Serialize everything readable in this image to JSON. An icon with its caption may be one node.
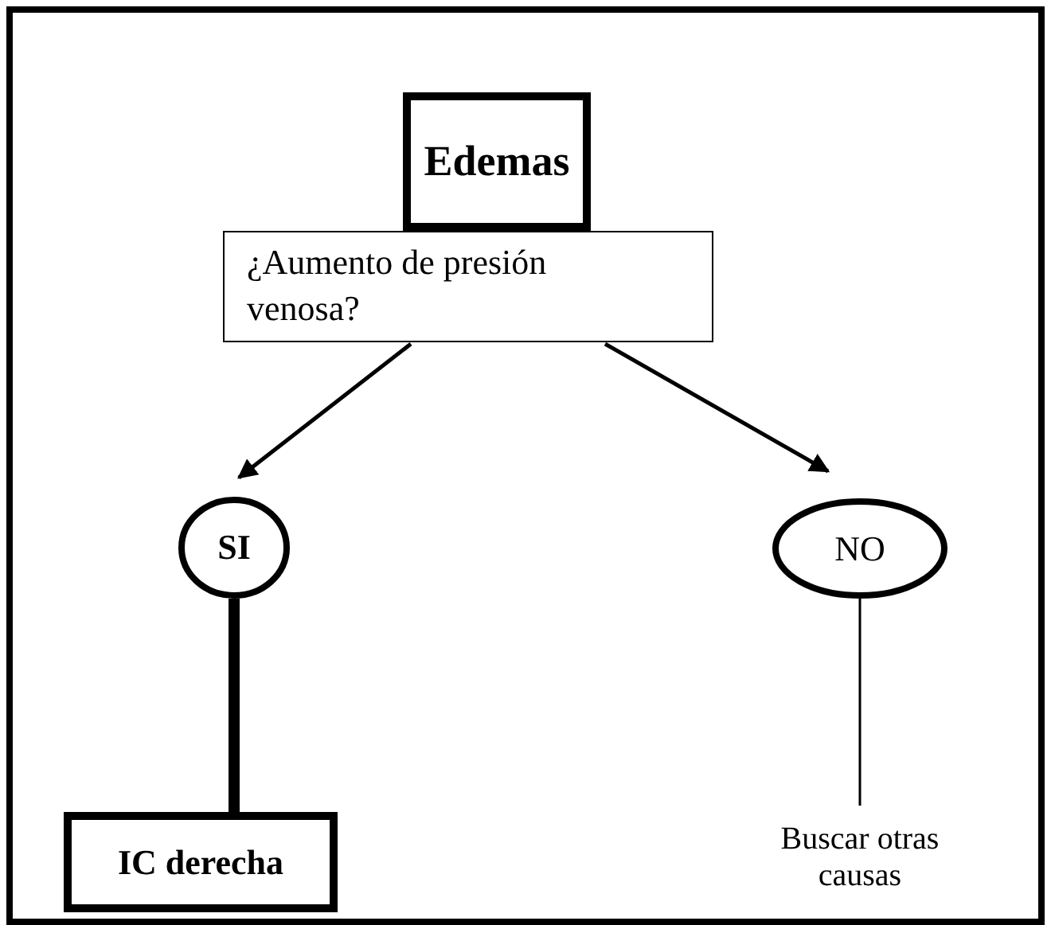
{
  "diagram": {
    "nodes": [
      {
        "text": [
          "Edemas"
        ]
      },
      {
        "text": [
          "¿Aumento de presión venosa?"
        ]
      },
      {
        "text": [
          "SI"
        ]
      },
      {
        "text": [
          "NO"
        ]
      },
      {
        "text": [
          "IC derecha"
        ]
      },
      {
        "text": [
          "Buscar otras causas"
        ]
      }
    ],
    "edges": [
      {
        "from": 1,
        "to": 2,
        "arrow": "to"
      },
      {
        "from": 1,
        "to": 3,
        "arrow": "to"
      },
      {
        "from": 2,
        "to": 4,
        "arrow": "none",
        "style": "thick"
      },
      {
        "from": 3,
        "to": 5,
        "arrow": "none"
      }
    ]
  }
}
